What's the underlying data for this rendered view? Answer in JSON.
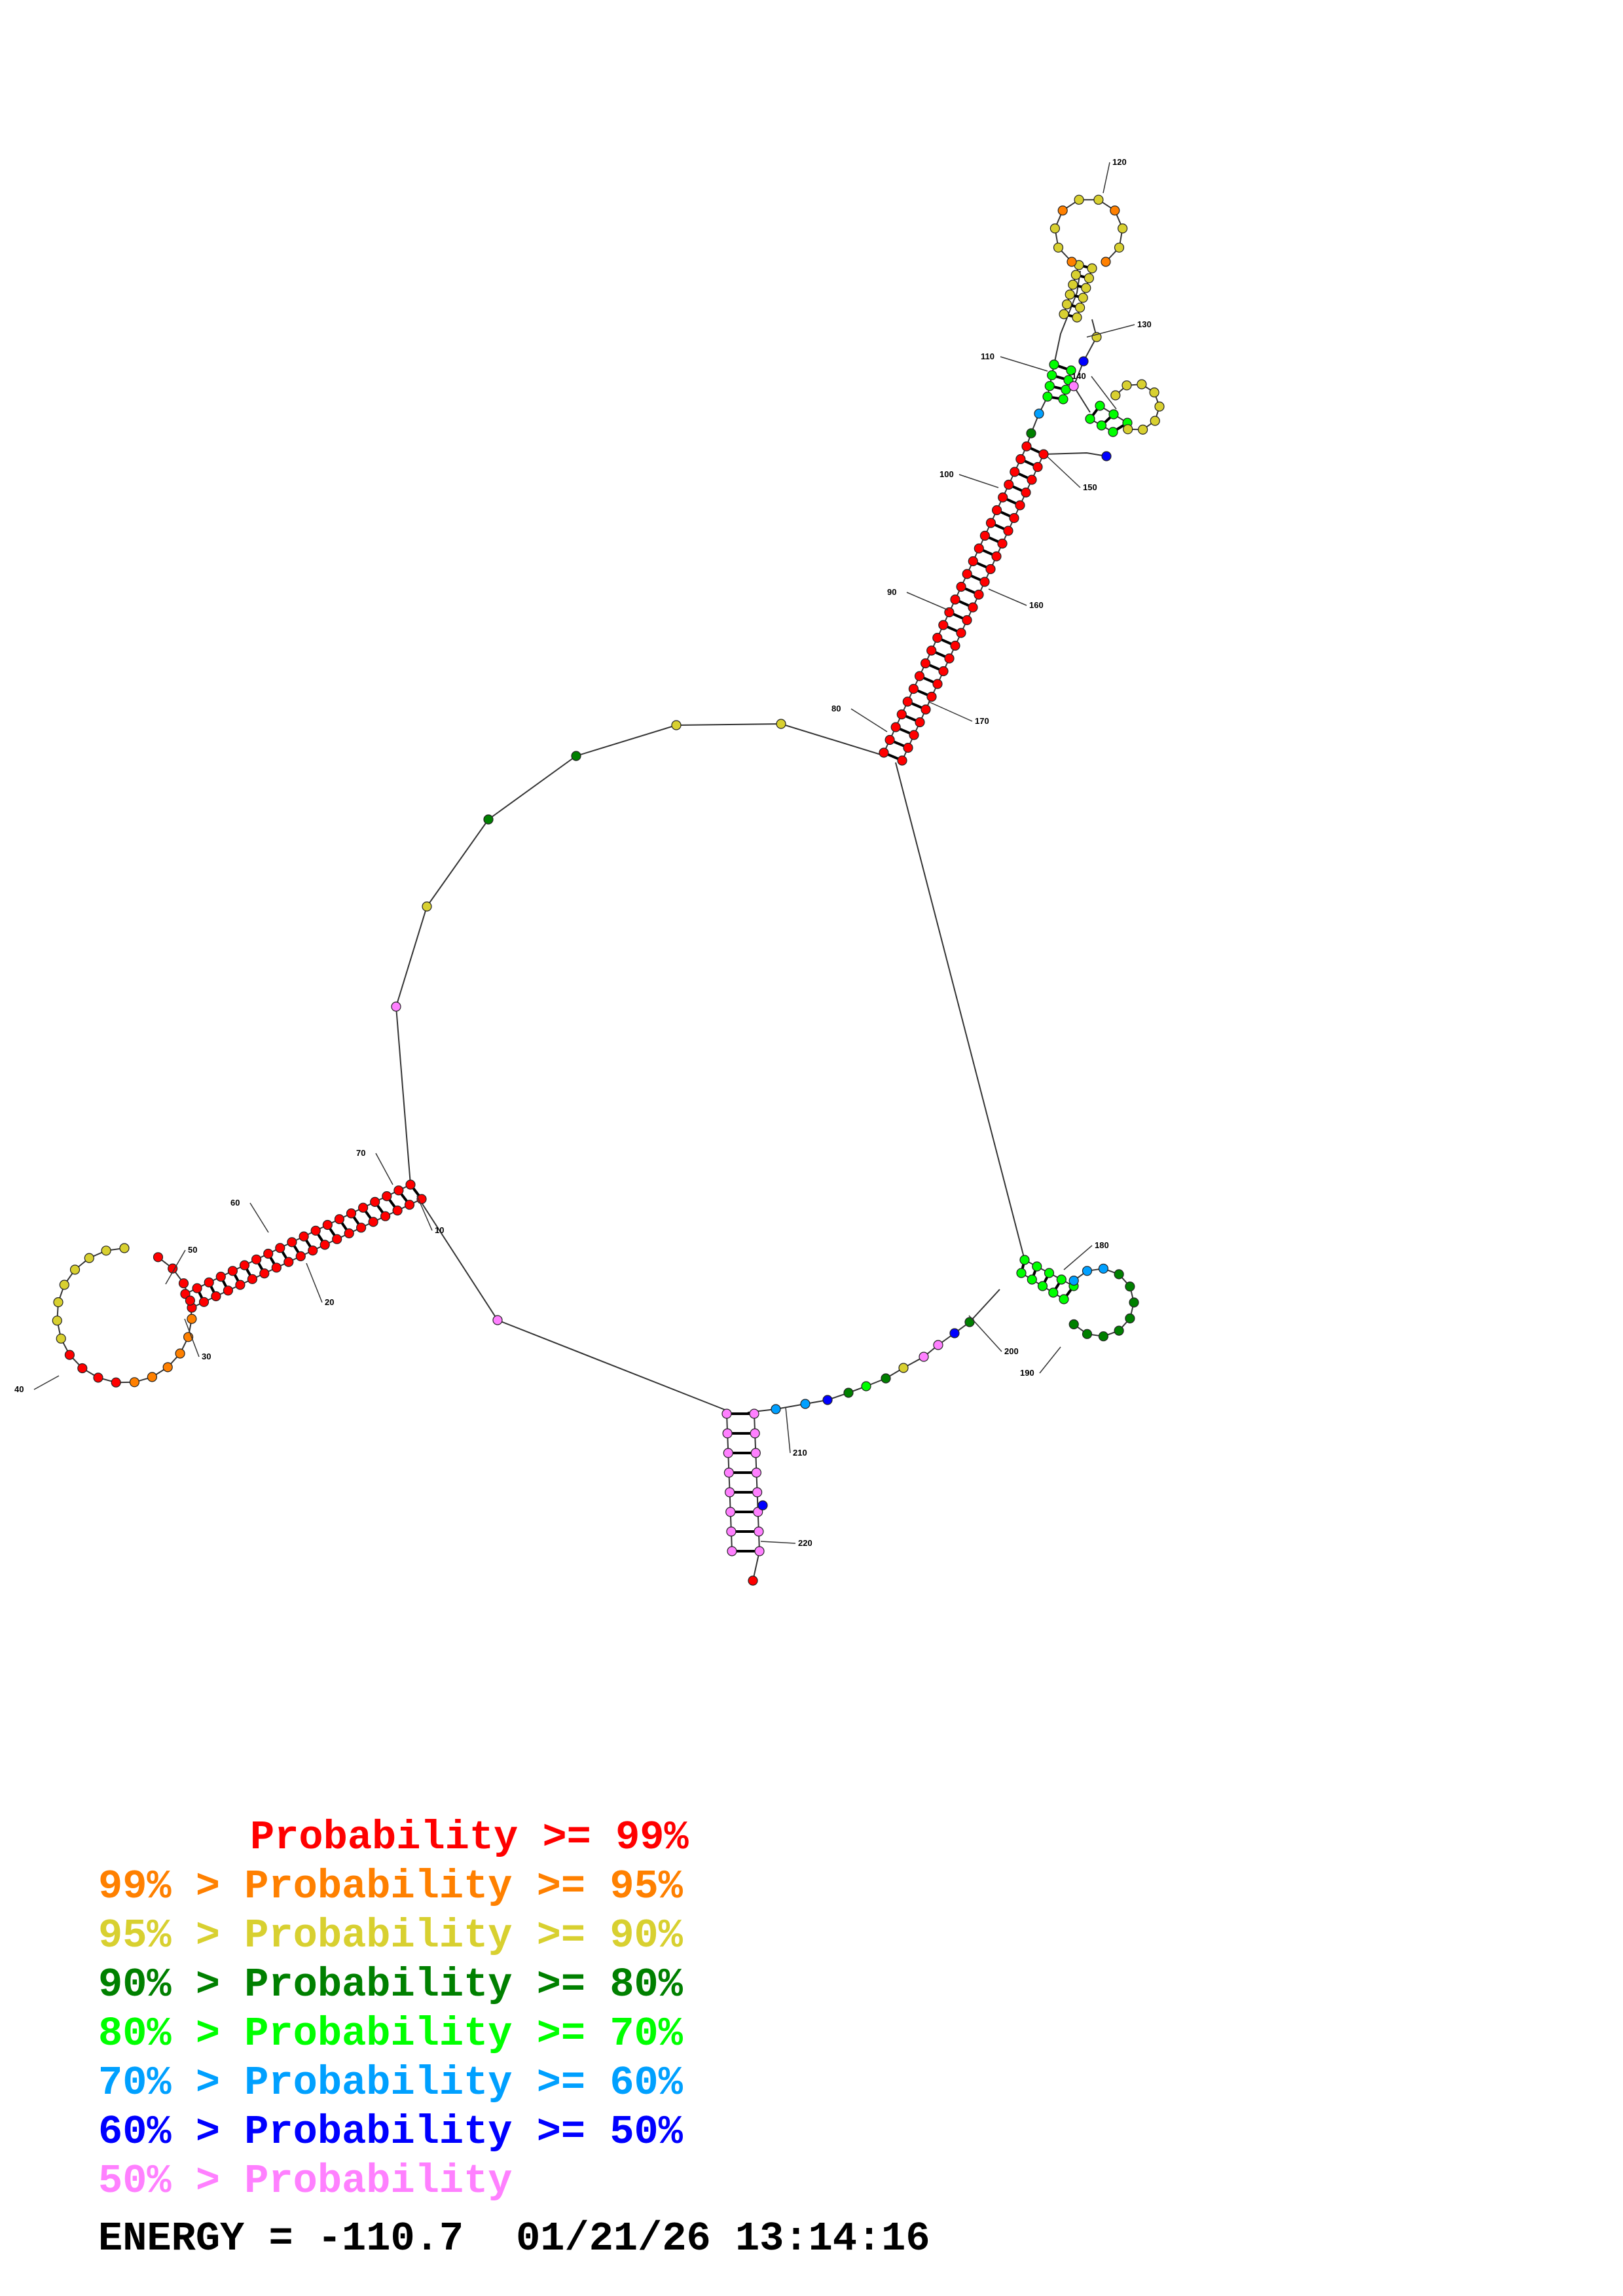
{
  "colors": {
    "p99": "#ff0000",
    "p95": "#ff8000",
    "p90": "#d8d030",
    "p80": "#008000",
    "p70": "#00ff00",
    "p60": "#00a0ff",
    "p50": "#0000ff",
    "plow": "#ff80ff",
    "line": "#000000"
  },
  "position_labels": [
    "10",
    "20",
    "30",
    "40",
    "50",
    "60",
    "70",
    "80",
    "90",
    "100",
    "110",
    "120",
    "130",
    "140",
    "150",
    "160",
    "170",
    "180",
    "190",
    "200",
    "210",
    "220"
  ],
  "legend": [
    {
      "prefix": "",
      "label": "Probability >= 99%",
      "color_key": "p99"
    },
    {
      "prefix": "99% > ",
      "label": "Probability >= 95%",
      "color_key": "p95"
    },
    {
      "prefix": "95% > ",
      "label": "Probability >= 90%",
      "color_key": "p90"
    },
    {
      "prefix": "90% > ",
      "label": "Probability >= 80%",
      "color_key": "p80"
    },
    {
      "prefix": "80% > ",
      "label": "Probability >= 70%",
      "color_key": "p70"
    },
    {
      "prefix": "70% > ",
      "label": "Probability >= 60%",
      "color_key": "p60"
    },
    {
      "prefix": "60% > ",
      "label": "Probability >= 50%",
      "color_key": "p50"
    },
    {
      "prefix": "50% > ",
      "label": "Probability",
      "color_key": "plow"
    }
  ],
  "energy": {
    "label": "ENERGY = -110.7",
    "timestamp": "01/21/26 13:14:16"
  }
}
